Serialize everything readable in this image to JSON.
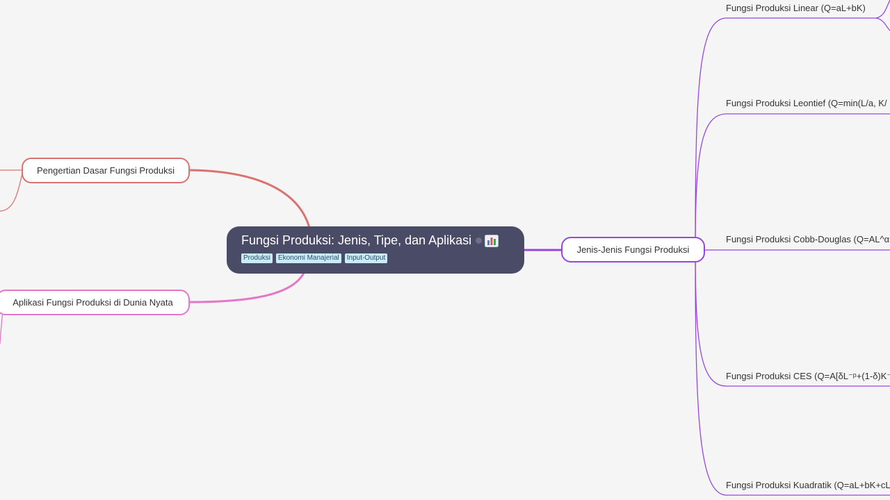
{
  "root": {
    "title": "Fungsi Produksi: Jenis, Tipe, dan Aplikasi",
    "tags": [
      "Produksi",
      "Ekonomi Manajerial",
      "Input-Output"
    ],
    "icons": [
      "dot-icon",
      "bar-chart-icon"
    ],
    "background_color": "#4a4b66"
  },
  "branches": {
    "pengertian": {
      "label": "Pengertian Dasar Fungsi Produksi",
      "color": "#d9736f"
    },
    "aplikasi": {
      "label": "Aplikasi Fungsi Produksi di Dunia Nyata",
      "color": "#e377c9"
    },
    "jenis": {
      "label": "Jenis-Jenis Fungsi Produksi",
      "color": "#9747e0",
      "children": [
        "Fungsi Produksi Linear (Q=aL+bK)",
        "Fungsi Produksi Leontief (Q=min(L/a, K/",
        "Fungsi Produksi Cobb-Douglas (Q=AL^α",
        "Fungsi Produksi CES (Q=A[δL⁻ᵖ+(1-δ)K⁻",
        "Fungsi Produksi Kuadratik (Q=aL+bK+cL"
      ]
    }
  }
}
